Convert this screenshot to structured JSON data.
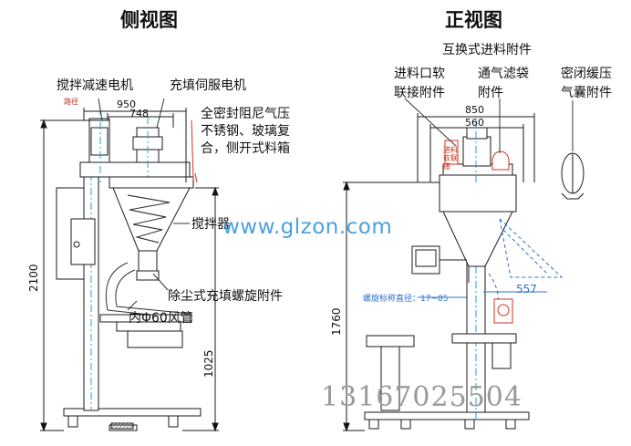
{
  "side_view": {
    "title": "侧视图",
    "labels": {
      "motor_mix": "搅拌减速电机",
      "motor_servo": "充填伺服电机",
      "hopper_line1": "全密封阻尼气压",
      "hopper_line2": "不锈钢、玻璃复",
      "hopper_line3": "合，侧开式料箱",
      "agitator": "搅拌器",
      "dust_screw": "除尘式充填螺旋附件",
      "air_duct": "内Φ60风管"
    },
    "small_label": "路径",
    "dims": {
      "w1": "950",
      "w2": "748",
      "height_total": "2100",
      "height_base": "1025"
    }
  },
  "front_view": {
    "title": "正视图",
    "header": "互换式进料附件",
    "col1_line1": "进料口软",
    "col1_line2": "联接附件",
    "col2_line1": "通气滤袋",
    "col2_line2": "附件",
    "col3_line1": "密闭缓压",
    "col3_line2": "气囊附件",
    "tag_text": "进料软联接",
    "dims": {
      "w1": "850",
      "w2": "560",
      "height": "1760",
      "arm": "557"
    },
    "screw_note": "螺旋标称直径：17~85"
  },
  "watermark": "www.glzon.com",
  "phone": "13167025504",
  "colors": {
    "line": "#1a1a1a",
    "cyan": "#1ea3d8",
    "blue": "#2a6fd0",
    "red": "#d03020",
    "water": "#4aa0e0"
  }
}
